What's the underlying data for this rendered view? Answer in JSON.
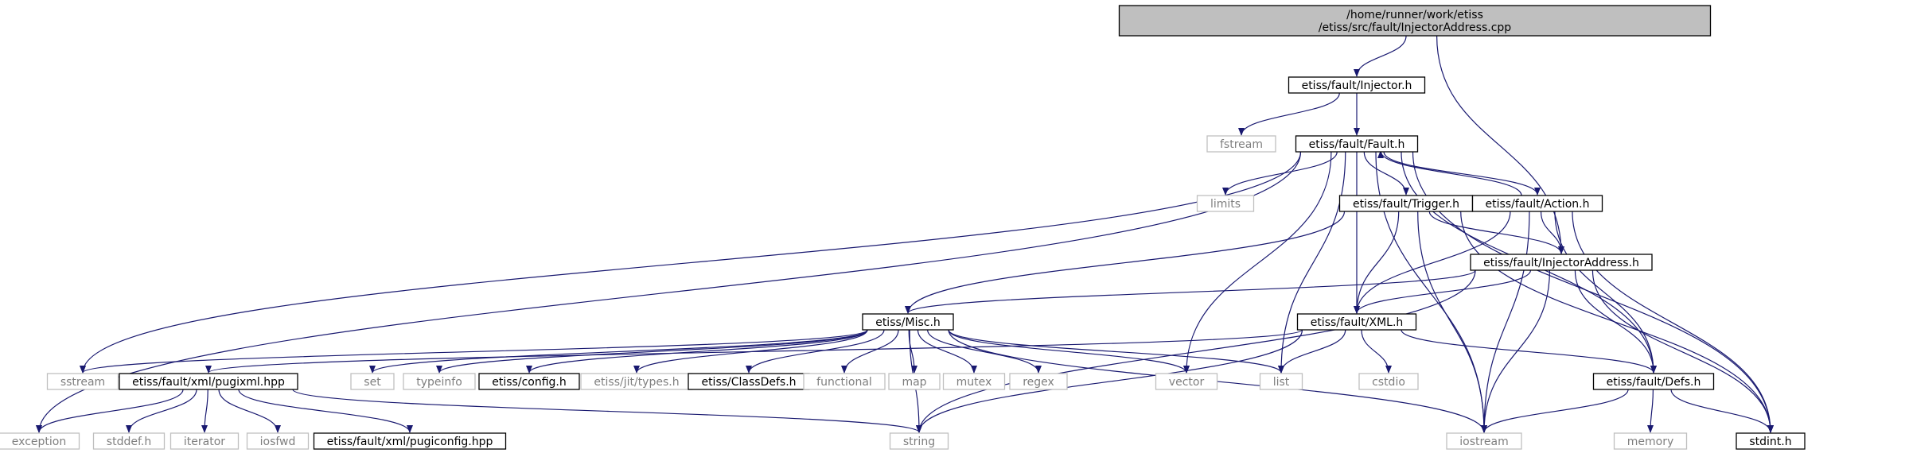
{
  "colors": {
    "edge": "#191970",
    "root_fill": "#bfbfbf",
    "root_stroke": "#000000",
    "local_stroke": "#000000",
    "external_stroke": "#bfbfbf",
    "external_text": "#7f7f7f",
    "text": "#000000",
    "background": "#ffffff"
  },
  "nodes": [
    {
      "id": "root",
      "lines": [
        "/home/runner/work/etiss",
        "/etiss/src/fault/InjectorAddress.cpp"
      ],
      "kind": "root"
    },
    {
      "id": "injector",
      "lines": [
        "etiss/fault/Injector.h"
      ],
      "kind": "local"
    },
    {
      "id": "fstream",
      "lines": [
        "fstream"
      ],
      "kind": "external"
    },
    {
      "id": "fault",
      "lines": [
        "etiss/fault/Fault.h"
      ],
      "kind": "local"
    },
    {
      "id": "limits",
      "lines": [
        "limits"
      ],
      "kind": "external"
    },
    {
      "id": "trigger",
      "lines": [
        "etiss/fault/Trigger.h"
      ],
      "kind": "local"
    },
    {
      "id": "action",
      "lines": [
        "etiss/fault/Action.h"
      ],
      "kind": "local"
    },
    {
      "id": "injaddr",
      "lines": [
        "etiss/fault/InjectorAddress.h"
      ],
      "kind": "local"
    },
    {
      "id": "misc",
      "lines": [
        "etiss/Misc.h"
      ],
      "kind": "local"
    },
    {
      "id": "xml",
      "lines": [
        "etiss/fault/XML.h"
      ],
      "kind": "local"
    },
    {
      "id": "sstream",
      "lines": [
        "sstream"
      ],
      "kind": "external"
    },
    {
      "id": "pugixml",
      "lines": [
        "etiss/fault/xml/pugixml.hpp"
      ],
      "kind": "local"
    },
    {
      "id": "set",
      "lines": [
        "set"
      ],
      "kind": "external"
    },
    {
      "id": "typeinfo",
      "lines": [
        "typeinfo"
      ],
      "kind": "external"
    },
    {
      "id": "config",
      "lines": [
        "etiss/config.h"
      ],
      "kind": "local"
    },
    {
      "id": "jittypes",
      "lines": [
        "etiss/jit/types.h"
      ],
      "kind": "external"
    },
    {
      "id": "classdefs",
      "lines": [
        "etiss/ClassDefs.h"
      ],
      "kind": "local"
    },
    {
      "id": "functional",
      "lines": [
        "functional"
      ],
      "kind": "external"
    },
    {
      "id": "map",
      "lines": [
        "map"
      ],
      "kind": "external"
    },
    {
      "id": "mutex",
      "lines": [
        "mutex"
      ],
      "kind": "external"
    },
    {
      "id": "regex",
      "lines": [
        "regex"
      ],
      "kind": "external"
    },
    {
      "id": "vector",
      "lines": [
        "vector"
      ],
      "kind": "external"
    },
    {
      "id": "list",
      "lines": [
        "list"
      ],
      "kind": "external"
    },
    {
      "id": "cstdio",
      "lines": [
        "cstdio"
      ],
      "kind": "external"
    },
    {
      "id": "defs",
      "lines": [
        "etiss/fault/Defs.h"
      ],
      "kind": "local"
    },
    {
      "id": "exception",
      "lines": [
        "exception"
      ],
      "kind": "external"
    },
    {
      "id": "stddef",
      "lines": [
        "stddef.h"
      ],
      "kind": "external"
    },
    {
      "id": "iterator",
      "lines": [
        "iterator"
      ],
      "kind": "external"
    },
    {
      "id": "iosfwd",
      "lines": [
        "iosfwd"
      ],
      "kind": "external"
    },
    {
      "id": "pugiconfig",
      "lines": [
        "etiss/fault/xml/pugiconfig.hpp"
      ],
      "kind": "local"
    },
    {
      "id": "string",
      "lines": [
        "string"
      ],
      "kind": "external"
    },
    {
      "id": "iostream",
      "lines": [
        "iostream"
      ],
      "kind": "external"
    },
    {
      "id": "memory",
      "lines": [
        "memory"
      ],
      "kind": "external"
    },
    {
      "id": "stdint",
      "lines": [
        "stdint.h"
      ],
      "kind": "local"
    }
  ],
  "edges": [
    [
      "root",
      "injector"
    ],
    [
      "root",
      "injaddr"
    ],
    [
      "injector",
      "fstream"
    ],
    [
      "injector",
      "fault"
    ],
    [
      "fault",
      "limits"
    ],
    [
      "fault",
      "trigger"
    ],
    [
      "fault",
      "action"
    ],
    [
      "fault",
      "xml"
    ],
    [
      "fault",
      "sstream"
    ],
    [
      "fault",
      "exception"
    ],
    [
      "fault",
      "list"
    ],
    [
      "fault",
      "vector"
    ],
    [
      "fault",
      "iostream"
    ],
    [
      "fault",
      "defs"
    ],
    [
      "fault",
      "stdint"
    ],
    [
      "trigger",
      "misc"
    ],
    [
      "trigger",
      "injaddr"
    ],
    [
      "trigger",
      "xml"
    ],
    [
      "trigger",
      "iostream"
    ],
    [
      "trigger",
      "stdint"
    ],
    [
      "action",
      "fault"
    ],
    [
      "action",
      "injaddr"
    ],
    [
      "action",
      "xml"
    ],
    [
      "action",
      "iostream"
    ],
    [
      "action",
      "defs"
    ],
    [
      "action",
      "stdint"
    ],
    [
      "injaddr",
      "misc"
    ],
    [
      "injaddr",
      "xml"
    ],
    [
      "injaddr",
      "string"
    ],
    [
      "injaddr",
      "iostream"
    ],
    [
      "injaddr",
      "defs"
    ],
    [
      "injaddr",
      "stdint"
    ],
    [
      "misc",
      "sstream"
    ],
    [
      "misc",
      "set"
    ],
    [
      "misc",
      "typeinfo"
    ],
    [
      "misc",
      "config"
    ],
    [
      "misc",
      "jittypes"
    ],
    [
      "misc",
      "classdefs"
    ],
    [
      "misc",
      "functional"
    ],
    [
      "misc",
      "map"
    ],
    [
      "misc",
      "mutex"
    ],
    [
      "misc",
      "regex"
    ],
    [
      "misc",
      "vector"
    ],
    [
      "misc",
      "list"
    ],
    [
      "misc",
      "iostream"
    ],
    [
      "misc",
      "string"
    ],
    [
      "xml",
      "pugixml"
    ],
    [
      "xml",
      "list"
    ],
    [
      "xml",
      "cstdio"
    ],
    [
      "xml",
      "string"
    ],
    [
      "xml",
      "defs"
    ],
    [
      "pugixml",
      "exception"
    ],
    [
      "pugixml",
      "stddef"
    ],
    [
      "pugixml",
      "iterator"
    ],
    [
      "pugixml",
      "iosfwd"
    ],
    [
      "pugixml",
      "pugiconfig"
    ],
    [
      "pugixml",
      "string"
    ],
    [
      "defs",
      "iostream"
    ],
    [
      "defs",
      "memory"
    ],
    [
      "defs",
      "stdint"
    ]
  ]
}
